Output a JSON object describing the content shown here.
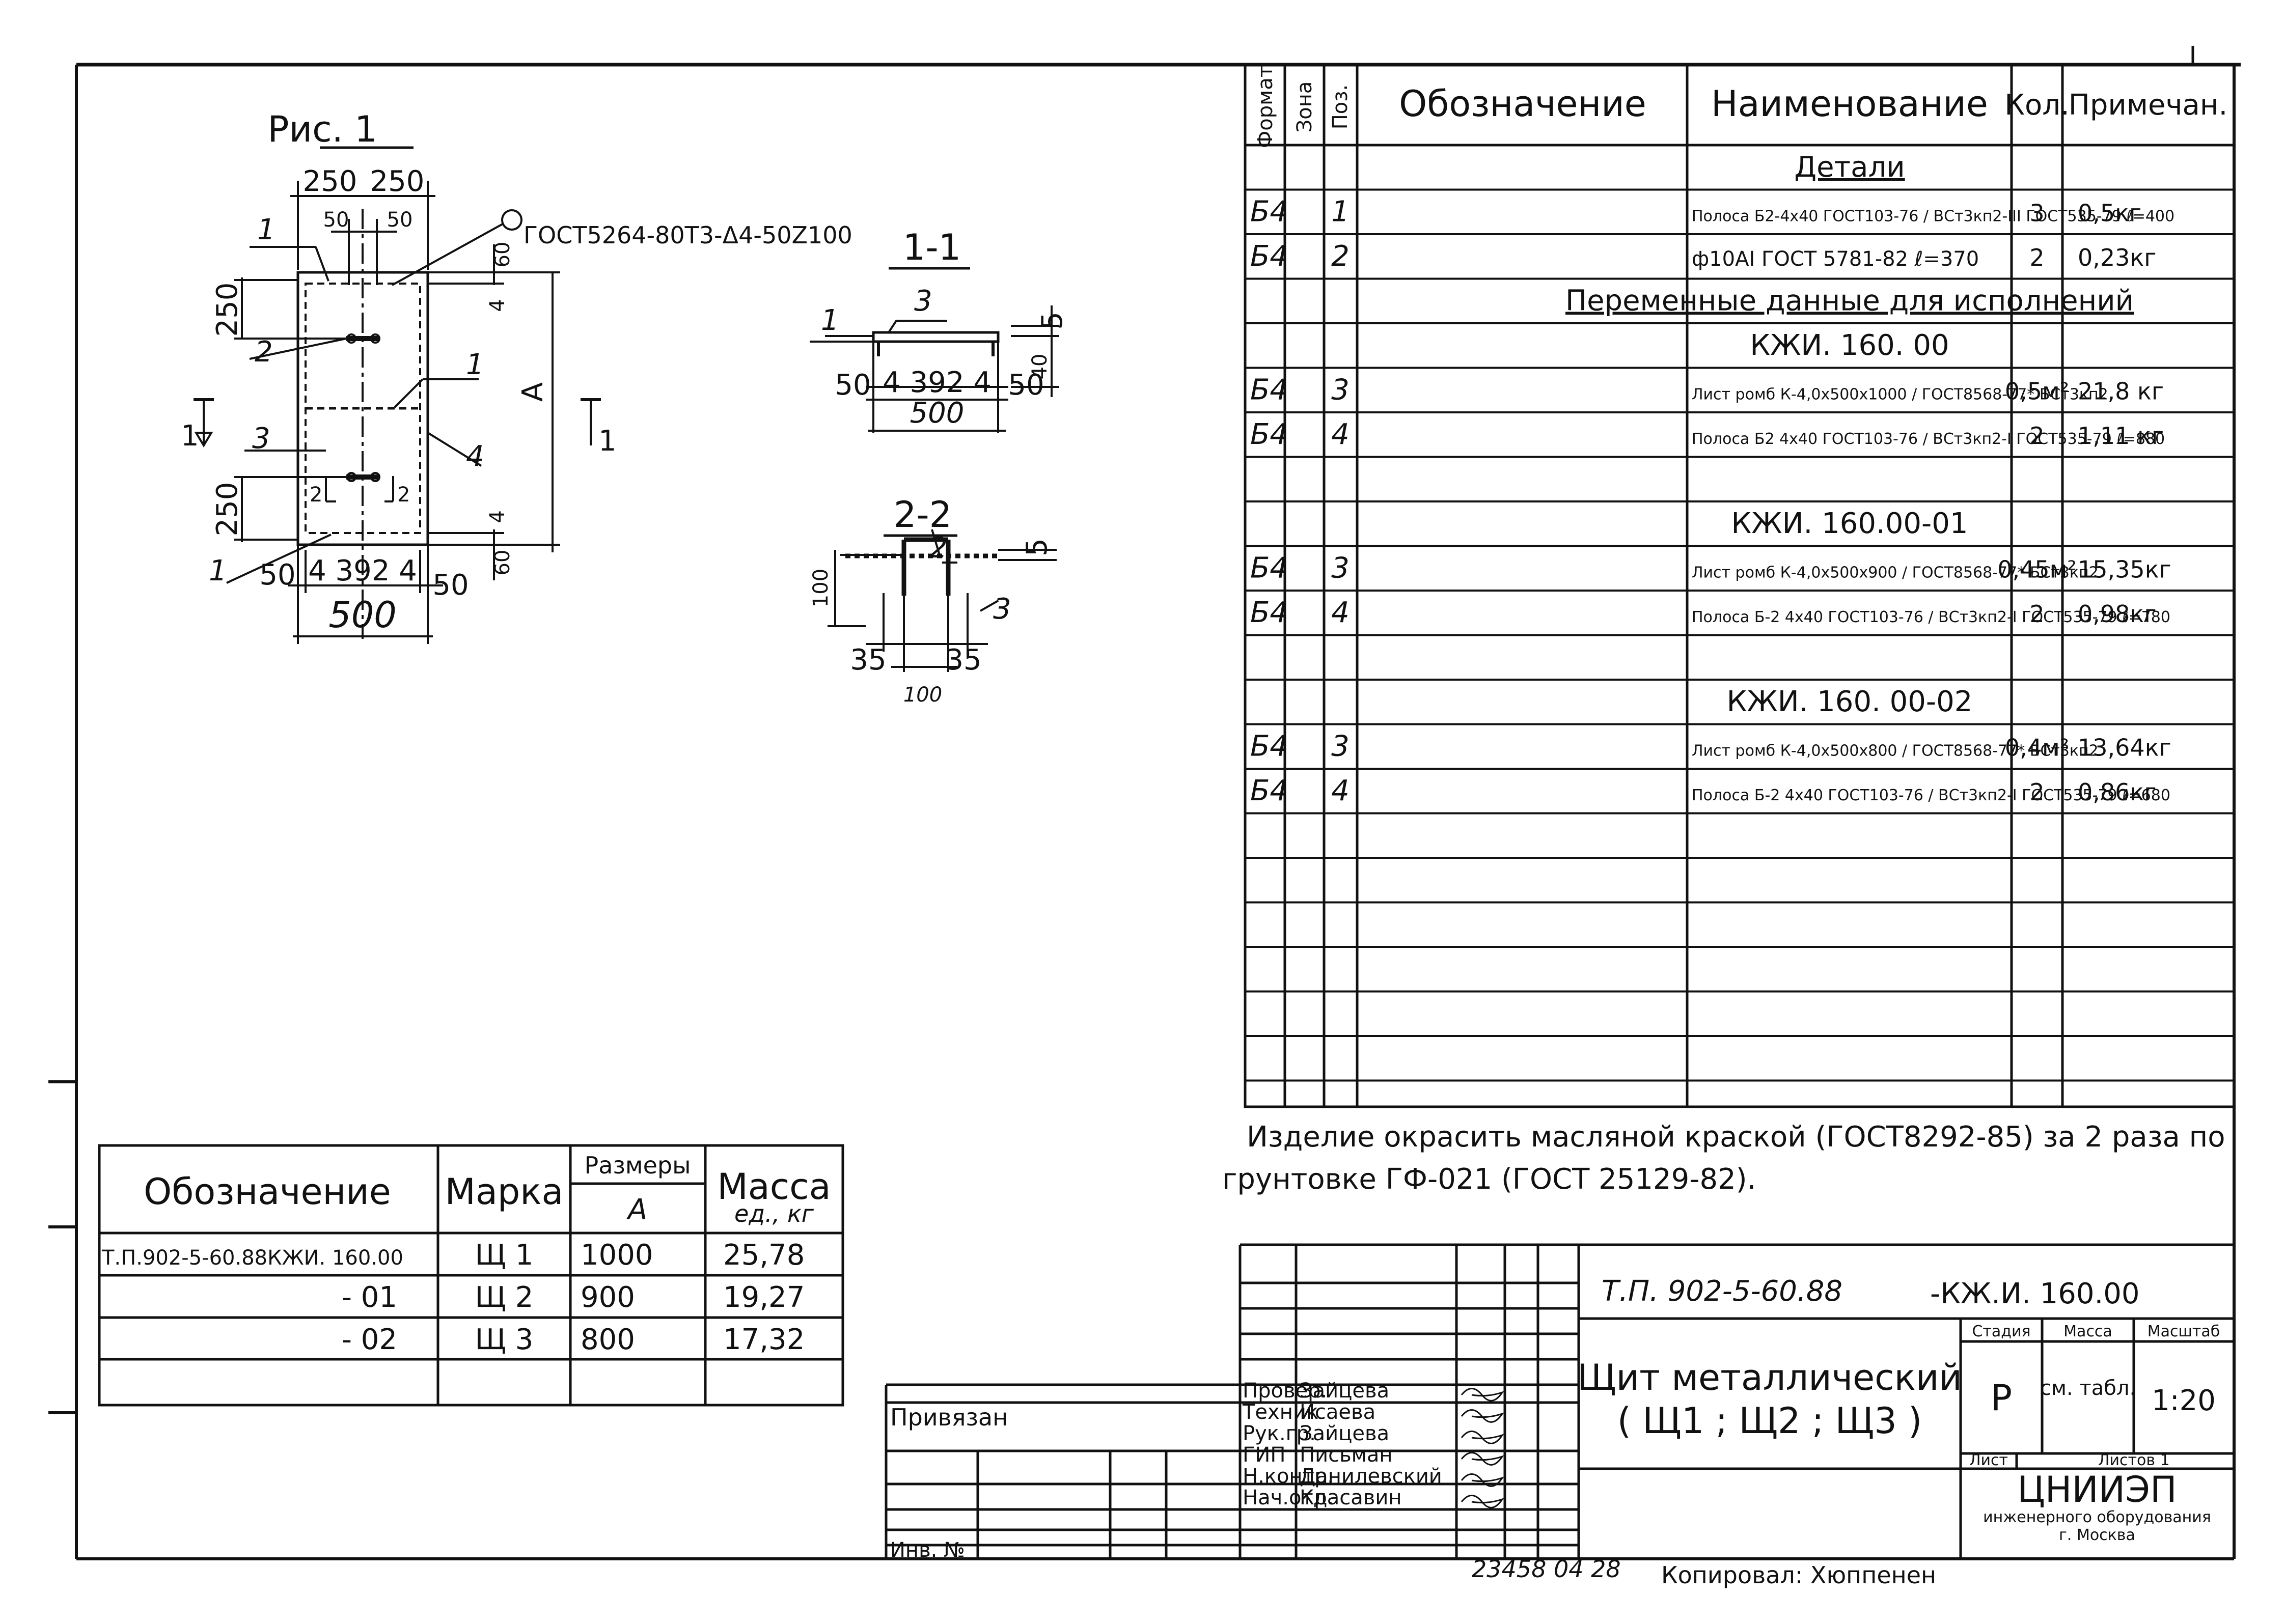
{
  "drawing": {
    "fig_title": "Рис. 1",
    "weld_note": "ГОСТ5264-80Т3-Δ4-50Z100",
    "dims": {
      "d250a": "250",
      "d250b": "250",
      "d50a": "50",
      "d50b": "50",
      "d250v1": "250",
      "d250v2": "250",
      "d60a": "60",
      "d60b": "60",
      "d4a": "4",
      "d4b": "4",
      "dA": "А",
      "bottom_chain": "4 392 4",
      "d50l": "50",
      "d50r": "50",
      "d500": "500"
    },
    "callouts": {
      "c1a": "1",
      "c2": "2",
      "c3": "3",
      "c1b": "1",
      "c4": "4",
      "c1c": "1",
      "sec1l": "1",
      "sec1r": "1",
      "s2l": "2",
      "s2r": "2"
    },
    "section1": {
      "title": "1-1",
      "c1": "1",
      "c3": "3",
      "d5": "5",
      "d40": "40",
      "d50l": "50",
      "chain": "4 392 4",
      "d50r": "50",
      "d500": "500"
    },
    "section2": {
      "title": "2-2",
      "c2": "2",
      "c3": "3",
      "d5": "5",
      "d100v": "100",
      "d35l": "35",
      "d35r": "35",
      "d100": "100"
    }
  },
  "spec": {
    "headers": {
      "format": "Формат",
      "zone": "Зона",
      "pos": "Поз.",
      "designation": "Обозначение",
      "name": "Наименование",
      "qty": "Кол.",
      "note": "Примечан."
    },
    "rows": [
      {
        "format": "",
        "pos": "",
        "name": "Детали",
        "qty": "",
        "note": ""
      },
      {
        "format": "Б4",
        "pos": "1",
        "name": "Полоса Б2-4х40 ГОСТ103-76 / ВСт3кп2-III ГОСТ535-79 ℓ=400",
        "qty": "3",
        "note": "0,5кг"
      },
      {
        "format": "Б4",
        "pos": "2",
        "name": "ф10АI ГОСТ 5781-82 ℓ=370",
        "qty": "2",
        "note": "0,23кг"
      },
      {
        "format": "",
        "pos": "",
        "name": "Переменные данные для исполнений",
        "qty": "",
        "note": ""
      },
      {
        "format": "",
        "pos": "",
        "name": "КЖИ. 160. 00",
        "qty": "",
        "note": ""
      },
      {
        "format": "Б4",
        "pos": "3",
        "name": "Лист ромб К-4,0х500х1000 / ГОСТ8568-77* БСт3кп2",
        "qty": "0,5м²",
        "note": "21,8 кг"
      },
      {
        "format": "Б4",
        "pos": "4",
        "name": "Полоса Б2 4х40 ГОСТ103-76 / ВСт3кп2-I ГОСТ535-79 ℓ=880",
        "qty": "2",
        "note": "1,11 кг"
      },
      {
        "format": "",
        "pos": "",
        "name": "",
        "qty": "",
        "note": ""
      },
      {
        "format": "",
        "pos": "",
        "name": "КЖИ. 160.00-01",
        "qty": "",
        "note": ""
      },
      {
        "format": "Б4",
        "pos": "3",
        "name": "Лист ромб К-4,0х500х900 / ГОСТ8568-77* БСт3кп2",
        "qty": "0,45м²",
        "note": "15,35кг"
      },
      {
        "format": "Б4",
        "pos": "4",
        "name": "Полоса Б-2 4х40 ГОСТ103-76 / ВСт3кп2-I ГОСТ535-79 ℓ=780",
        "qty": "2",
        "note": "0,98кг"
      },
      {
        "format": "",
        "pos": "",
        "name": "",
        "qty": "",
        "note": ""
      },
      {
        "format": "",
        "pos": "",
        "name": "КЖИ. 160. 00-02",
        "qty": "",
        "note": ""
      },
      {
        "format": "Б4",
        "pos": "3",
        "name": "Лист ромб К-4,0х500х800 / ГОСТ8568-77* БСт3кп2",
        "qty": "0,4м²",
        "note": "13,64кг"
      },
      {
        "format": "Б4",
        "pos": "4",
        "name": "Полоса Б-2 4х40 ГОСТ103-76 / ВСт3кп2-I ГОСТ535-79 ℓ=680",
        "qty": "2",
        "note": "0,86кг"
      }
    ]
  },
  "note": {
    "line1": "Изделие окрасить масляной краской (ГОСТ8292-85) за 2 раза по",
    "line2": "грунтовке ГФ-021 (ГОСТ 25129-82)."
  },
  "marks_table": {
    "headers": {
      "designation": "Обозначение",
      "mark": "Марка",
      "sizes": "Размеры",
      "a": "А",
      "mass": "Масса",
      "mass_unit": "ед., кг"
    },
    "rows": [
      {
        "designation": "Т.П.902-5-60.88КЖИ. 160.00",
        "mark": "Щ 1",
        "a": "1000",
        "mass": "25,78"
      },
      {
        "designation": "- 01",
        "mark": "Щ 2",
        "a": "900",
        "mass": "19,27"
      },
      {
        "designation": "- 02",
        "mark": "Щ 3",
        "a": "800",
        "mass": "17,32"
      },
      {
        "designation": "",
        "mark": "",
        "a": "",
        "mass": ""
      }
    ]
  },
  "title_block": {
    "doc_code": "Т.П. 902-5-60.88",
    "doc_mark": "-КЖ.И. 160.00",
    "title_line1": "Щит металлический",
    "title_line2": "( Щ1 ; Щ2 ; Щ3 )",
    "stage_h": "Стадия",
    "mass_h": "Масса",
    "scale_h": "Масштаб",
    "stage": "Р",
    "mass": "см. табл.",
    "scale": "1:20",
    "sheet_h": "Лист",
    "sheets_h": "Листов 1",
    "org1": "ЦНИИЭП",
    "org2": "инженерного оборудования",
    "org3": "г. Москва",
    "roles": [
      "Провер.",
      "Техник",
      "Рук.гр.",
      "ГИП",
      "Н.контр.",
      "Нач.отд."
    ],
    "people": [
      "Зайцева",
      "Исаева",
      "Зайцева",
      "Письман",
      "Данилевский",
      "Красавин"
    ],
    "bound": "Привязан",
    "inv": "Инв. №"
  },
  "footer": {
    "number": "23458  04  28",
    "copied": "Копировал: Хюппенен"
  }
}
